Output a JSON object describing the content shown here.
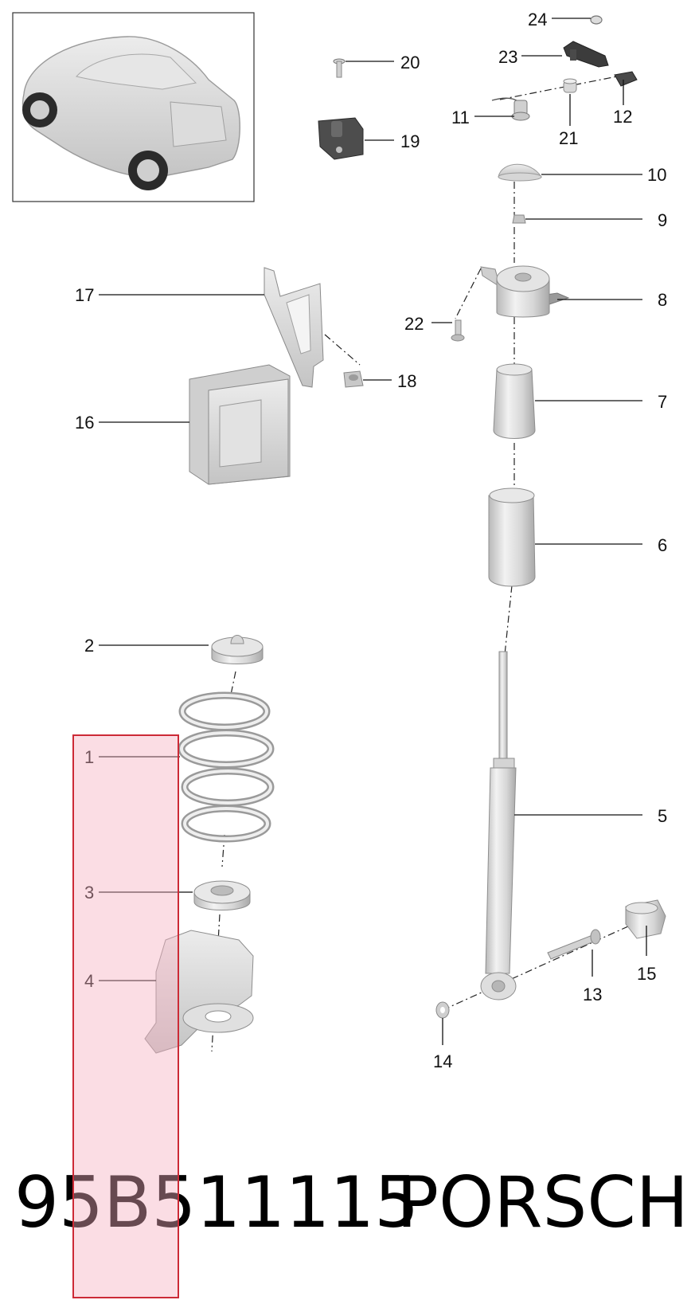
{
  "callouts": {
    "c1": "1",
    "c2": "2",
    "c3": "3",
    "c4": "4",
    "c5": "5",
    "c6": "6",
    "c7": "7",
    "c8": "8",
    "c9": "9",
    "c10": "10",
    "c11": "11",
    "c12": "12",
    "c13": "13",
    "c14": "14",
    "c15": "15",
    "c16": "16",
    "c17": "17",
    "c18": "18",
    "c19": "19",
    "c20": "20",
    "c21": "21",
    "c22": "22",
    "c23": "23",
    "c24": "24"
  },
  "footer": {
    "part_number": "95B511115",
    "brand": "PORSCHE"
  },
  "colors": {
    "highlight_fill": "#f6afbe",
    "highlight_border": "#cc2a36",
    "part_gray": "#d2d2d2"
  }
}
